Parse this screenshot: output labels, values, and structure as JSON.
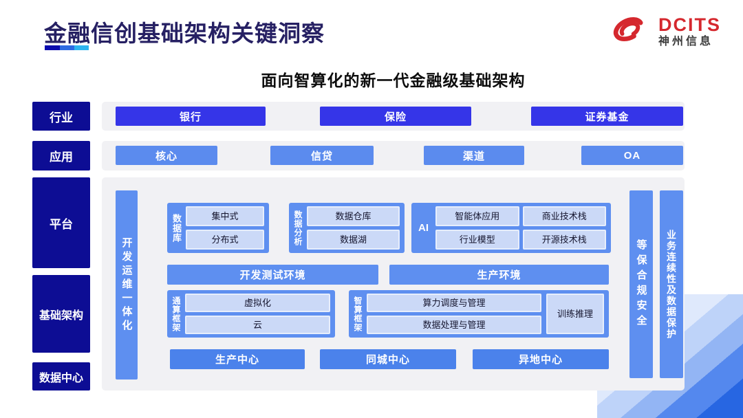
{
  "header": {
    "title": "金融信创基础架构关键洞察",
    "logo_brand": "DCITS",
    "logo_company": "神州信息"
  },
  "subtitle": "面向智算化的新一代金融级基础架构",
  "side_labels": {
    "industry": "行业",
    "application": "应用",
    "platform": "平台",
    "infrastructure": "基础架构",
    "datacenter": "数据中心"
  },
  "rows": {
    "industry": {
      "items": [
        "银行",
        "保险",
        "证券基金"
      ]
    },
    "application": {
      "items": [
        "核心",
        "信贷",
        "渠道",
        "OA"
      ]
    }
  },
  "panel": {
    "devops_bar": "开发运维一体化",
    "security_bar": "等保合规安全",
    "continuity_bar": "业务连续性及数据保护",
    "database_group": {
      "label": "数据库",
      "items": [
        "集中式",
        "分布式"
      ]
    },
    "analytics_group": {
      "label": "数据分析",
      "items": [
        "数据仓库",
        "数据湖"
      ]
    },
    "ai_group": {
      "label": "AI",
      "items": [
        "智能体应用",
        "商业技术栈",
        "行业模型",
        "开源技术栈"
      ]
    },
    "env_bars": [
      "开发测试环境",
      "生产环境"
    ],
    "general_compute_group": {
      "label": "通算框架",
      "items": [
        "虚拟化",
        "云"
      ]
    },
    "smart_compute_group": {
      "label": "智算框架",
      "items": [
        "算力调度与管理",
        "数据处理与管理"
      ],
      "side_item": "训练推理"
    },
    "centers": [
      "生产中心",
      "同城中心",
      "异地中心"
    ]
  },
  "colors": {
    "title_navy": "#262063",
    "underline": [
      "#0a0aae",
      "#2e6be2",
      "#2fb4ef"
    ],
    "logo_red": "#d5282e",
    "layer_label_navy": "#0d0d94",
    "industry_button_blue": "#3535e8",
    "application_button_blue": "#5b8bee",
    "bar_blue": "#5e8ff0",
    "center_button_blue": "#4b82eb",
    "chip_light_blue": "#cbd9f7",
    "strip_gray": "#f1f1f4",
    "deco_blues": [
      "#dfe9fc",
      "#bed3f9",
      "#93b5f4",
      "#5488ee",
      "#2766e2"
    ]
  }
}
